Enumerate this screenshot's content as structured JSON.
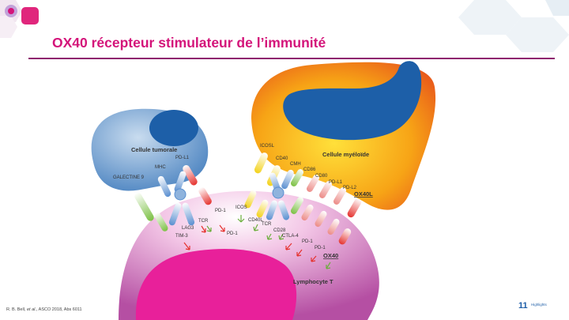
{
  "slide": {
    "title": "OX40 récepteur stimulateur de l’immunité",
    "reference_prefix": "R. B. Bell, ",
    "reference_etal": "et al.",
    "reference_suffix": ", ASCO 2018, Abs 6011",
    "footer_logo_number": "11",
    "footer_logo_text": "Highlights"
  },
  "colors": {
    "title": "#d4147a",
    "rule": "#8e1f6e",
    "tumor_cell": "#6a9fd2",
    "myeloid_cell": "#f4a614",
    "lymphocyte": "#cc66bb",
    "nucleus": "#1d5fa8"
  },
  "diagram": {
    "cells": {
      "tumor": "Cellule tumorale",
      "myeloid": "Cellule myéloïde",
      "lymphocyte": "Lymphocyte T"
    },
    "tumor_labels": {
      "pdl1": "PD-L1",
      "mhc": "MHC",
      "galectine9": "GALECTINE 9"
    },
    "myeloid_labels": {
      "icosl": "ICOSL",
      "cd40": "CD40",
      "cmh": "CMH",
      "cd86": "CD86",
      "cd80": "CD80",
      "pdl1": "PD-L1",
      "pdl2": "PD-L2",
      "ox40l": "OX40L"
    },
    "lymphocyte_labels": {
      "pd1_left": "PD-1",
      "tcr_left": "TCR",
      "lag3": "LAG3",
      "tim3": "TIM-3",
      "pd1_center": "PD-1",
      "icos": "ICOS",
      "cd40l": "CD40L",
      "tcr_right": "TCR",
      "cd28": "CD28",
      "ctla4": "CTLA-4",
      "pd1_right1": "PD-1",
      "pd1_right2": "PD-1",
      "ox40": "OX40"
    }
  }
}
